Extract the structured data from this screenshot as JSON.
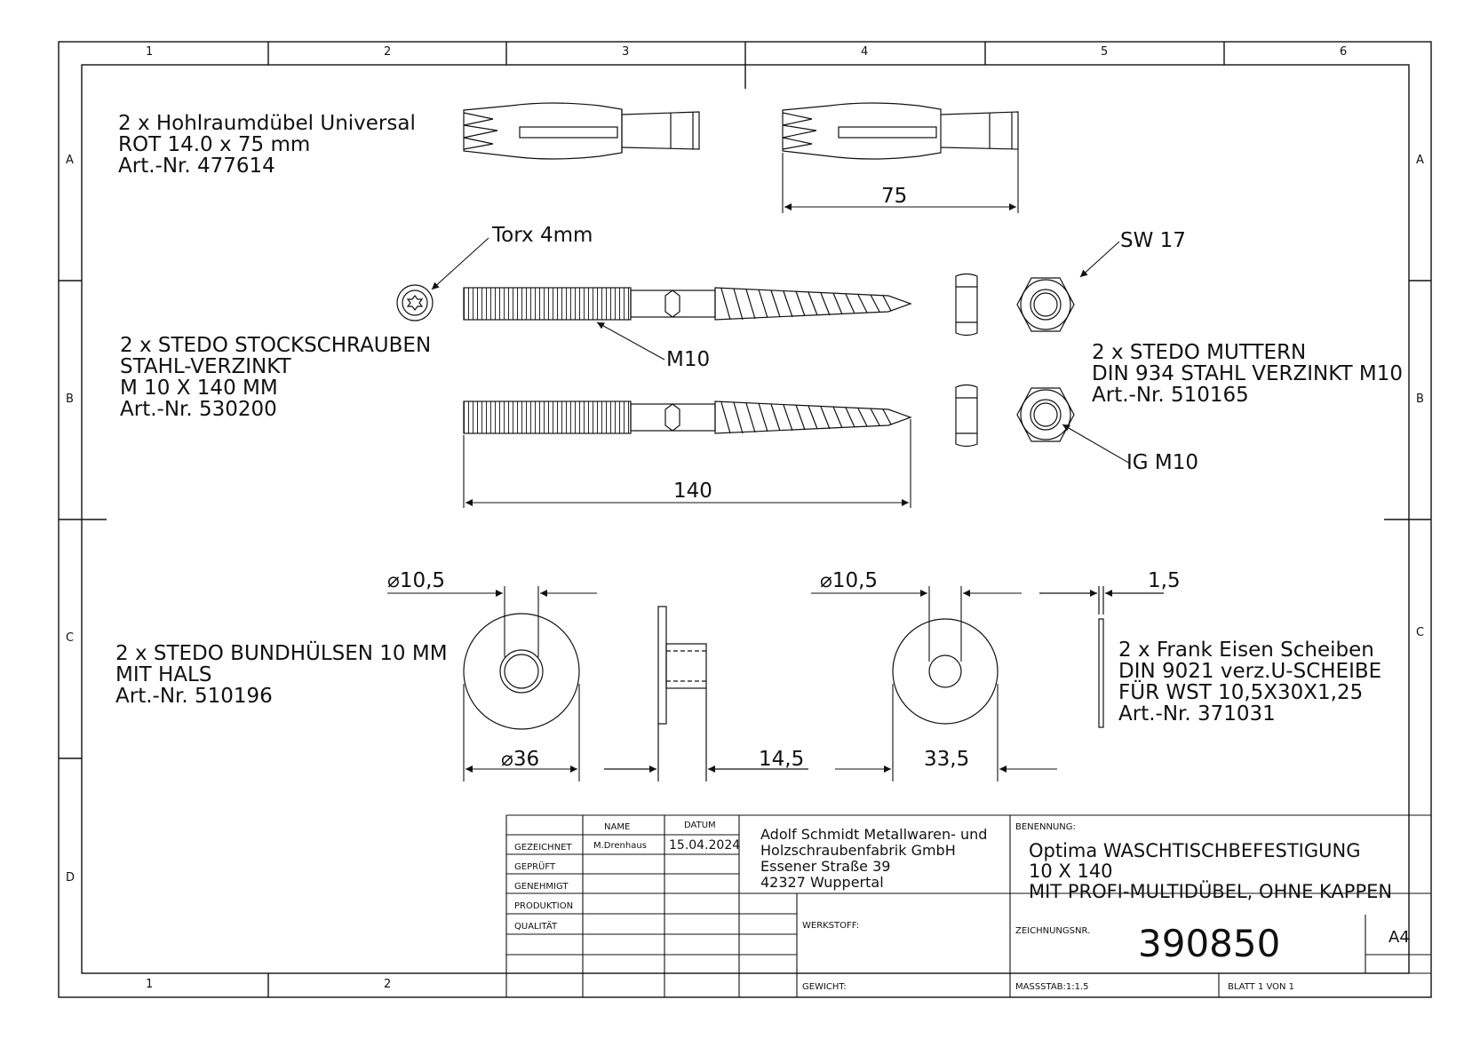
{
  "zones": {
    "top": [
      "1",
      "2",
      "3",
      "4",
      "5",
      "6"
    ],
    "bottom": [
      "1",
      "2"
    ],
    "left": [
      "A",
      "B",
      "C",
      "D"
    ],
    "right": [
      "A",
      "B",
      "C"
    ]
  },
  "blocks": {
    "dowel": [
      "2 x Hohlraumdübel Universal",
      "ROT 14.0 x 75 mm",
      "Art.-Nr. 477614"
    ],
    "screws": [
      "2 x STEDO STOCKSCHRAUBEN",
      "STAHL-VERZINKT",
      "M 10 X 140 MM",
      "Art.-Nr. 530200"
    ],
    "nuts": [
      "2 x STEDO MUTTERN",
      "DIN 934 STAHL VERZINKT M10",
      "Art.-Nr. 510165"
    ],
    "sleeves": [
      "2 x STEDO BUNDHÜLSEN 10 MM",
      "MIT HALS",
      "Art.-Nr. 510196"
    ],
    "washers": [
      "2 x Frank Eisen Scheiben",
      "DIN 9021 verz.U-SCHEIBE",
      "FÜR WST 10,5X30X1,25",
      "Art.-Nr. 371031"
    ]
  },
  "callouts": {
    "torx": "Torx 4mm",
    "m10": "M10",
    "sw17": "SW 17",
    "igm10": "IG M10"
  },
  "dimensions": {
    "dowel_length": "75",
    "screw_length": "140",
    "sleeve_bore": "10,5",
    "sleeve_dia": "36",
    "sleeve_length": "14,5",
    "washer_bore": "10,5",
    "washer_dia": "33,5",
    "washer_thickness": "1,5",
    "diameter_symbol": "⌀"
  },
  "title_block": {
    "col_name": "NAME",
    "col_date": "DATUM",
    "rows": [
      "GEZEICHNET",
      "GEPRÜFT",
      "GENEHMIGT",
      "PRODUKTION",
      "QUALITÄT"
    ],
    "drawn_by": "M.Drenhaus",
    "drawn_date": "15.04.2024",
    "company": [
      "Adolf Schmidt Metallwaren- und",
      "Holzschraubenfabrik GmbH",
      "Essener Straße 39",
      "42327 Wuppertal"
    ],
    "benennung_label": "BENENNUNG:",
    "benennung": [
      "Optima WASCHTISCHBEFESTIGUNG",
      "10 X 140",
      "MIT PROFI-MULTIDÜBEL, OHNE KAPPEN"
    ],
    "werkstoff_label": "WERKSTOFF:",
    "zeichnungsnr_label": "ZEICHNUNGSNR.",
    "zeichnungsnr": "390850",
    "format": "A4",
    "gewicht_label": "GEWICHT:",
    "massstab": "MASSSTAB:1:1.5",
    "blatt": "BLATT 1 VON 1"
  }
}
